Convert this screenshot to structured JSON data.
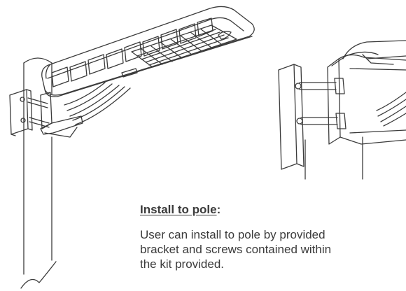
{
  "illustration": {
    "main_view": "solar-street-light-on-pole",
    "detail_view": "bracket-and-screws-closeup"
  },
  "instructions": {
    "heading": "Install to pole",
    "heading_suffix": ":",
    "body_lines": [
      "User can install to pole by provided",
      "bracket and screws contained within",
      "the kit provided."
    ]
  },
  "colors": {
    "line": "#3b3b3b",
    "text": "#3b3b3b",
    "background": "#ffffff"
  }
}
